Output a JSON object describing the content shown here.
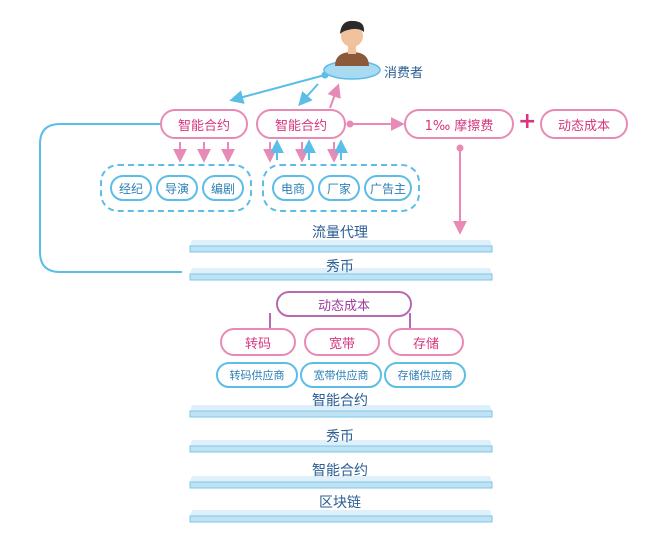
{
  "consumer": {
    "label": "消费者"
  },
  "contracts": {
    "left": "智能合约",
    "right": "智能合约"
  },
  "fee": {
    "label": "1‰ 摩擦费"
  },
  "plus_sign": "+",
  "dynamic_cost_top": "动态成本",
  "left_group": {
    "items": [
      "经纪",
      "导演",
      "编剧"
    ]
  },
  "right_group": {
    "items": [
      "电商",
      "厂家",
      "广告主"
    ]
  },
  "layers_upper": [
    "流量代理",
    "秀币"
  ],
  "dynamic_cost_center": "动态成本",
  "resources": [
    "转码",
    "宽带",
    "存储"
  ],
  "suppliers": [
    "转码供应商",
    "宽带供应商",
    "存储供应商"
  ],
  "layers_lower": [
    "智能合约",
    "秀币",
    "智能合约",
    "区块链"
  ],
  "colors": {
    "pink": "#e889b6",
    "blue": "#5cbde6",
    "purple": "#b66ab2",
    "bar_fill": "#bfe3f5",
    "bar_edge": "#7cc6e8"
  }
}
